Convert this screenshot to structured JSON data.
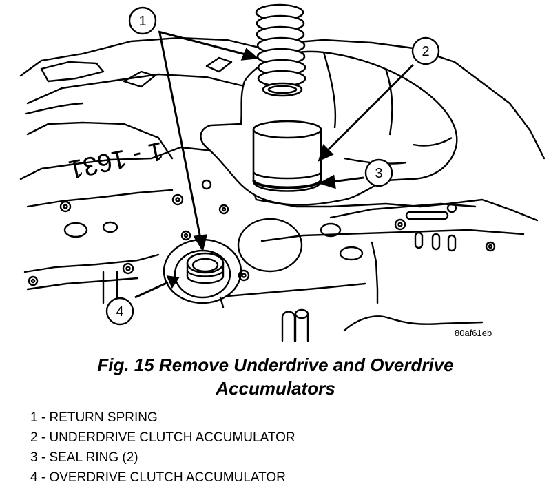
{
  "figure": {
    "image_code": "80af61eb",
    "caption_line_1": "Fig. 15 Remove Underdrive and Overdrive",
    "caption_line_2": "Accumulators",
    "cast_marking": "1 - 1631",
    "callouts": [
      {
        "number": "1"
      },
      {
        "number": "2"
      },
      {
        "number": "3"
      },
      {
        "number": "4"
      }
    ],
    "legend": [
      "1 - RETURN SPRING",
      "2 - UNDERDRIVE CLUTCH ACCUMULATOR",
      "3 - SEAL RING (2)",
      "4 - OVERDRIVE CLUTCH ACCUMULATOR"
    ]
  }
}
